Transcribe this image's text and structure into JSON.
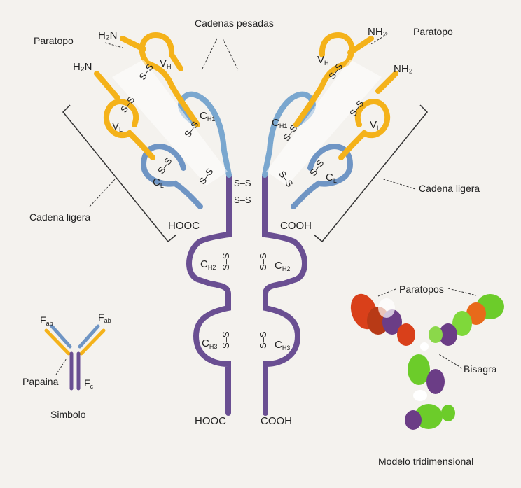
{
  "labels": {
    "heavy_chains": "Cadenas pesadas",
    "paratope_left": "Paratopo",
    "paratope_right": "Paratopo",
    "h2n_1": "H₂N",
    "h2n_2": "H₂N",
    "nh2_1": "NH₂",
    "nh2_2": "NH₂",
    "vh_left": "V",
    "vh_left_sub": "H",
    "vl_left": "V",
    "vl_left_sub": "L",
    "ch1_left": "C",
    "ch1_left_sub": "H1",
    "cl_left": "C",
    "cl_left_sub": "L",
    "vh_right": "V",
    "vh_right_sub": "H",
    "vl_right": "V",
    "vl_right_sub": "L",
    "ch1_right": "C",
    "ch1_right_sub": "H1",
    "cl_right": "C",
    "cl_right_sub": "L",
    "ch2_left": "C",
    "ch2_left_sub": "H2",
    "ch2_right": "C",
    "ch2_right_sub": "H2",
    "ch3_left": "C",
    "ch3_left_sub": "H3",
    "ch3_right": "C",
    "ch3_right_sub": "H3",
    "hooc_mid": "HOOC",
    "cooh_mid": "COOH",
    "hooc_bottom": "HOOC",
    "cooh_bottom": "COOH",
    "light_chain_left": "Cadena ligera",
    "light_chain_right": "Cadena ligera",
    "disulfide": "S–S",
    "fab_left": "F",
    "fab_left_sub": "ab",
    "fab_right": "F",
    "fab_right_sub": "ab",
    "fc": "F",
    "fc_sub": "c",
    "papain": "Papaina",
    "symbol": "Simbolo",
    "paratopes": "Paratopos",
    "hinge": "Bisagra",
    "model3d": "Modelo tridimensional"
  },
  "colors": {
    "variable": "#f4b21a",
    "constant_light": "#6f95c4",
    "heavy_c1": "#7aa7cf",
    "fc": "#6a4f92",
    "red": "#d9401a",
    "green": "#6ccc2a",
    "purple": "#6b3d86"
  }
}
